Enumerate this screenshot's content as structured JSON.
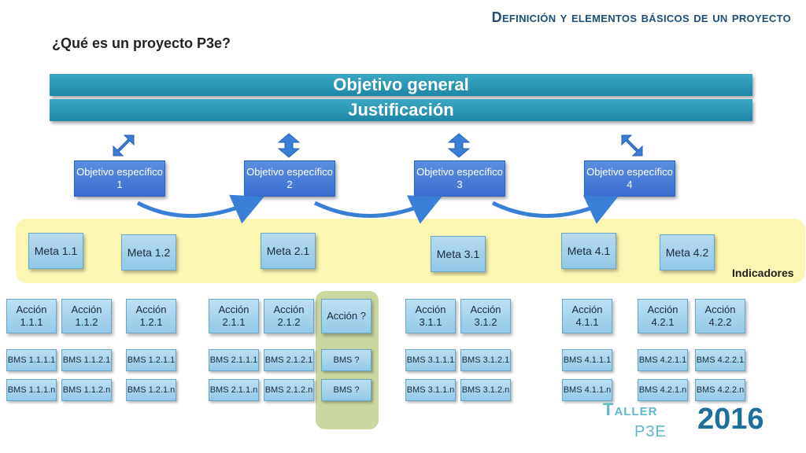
{
  "header": {
    "title": "Definición  y elementos básicos de un proyecto",
    "subtitle": "¿Qué es un proyecto P3e?"
  },
  "banners": {
    "general": "Objetivo general",
    "justification": "Justificación"
  },
  "objectives": [
    {
      "label": "Objetivo específico 1"
    },
    {
      "label": "Objetivo específico 2"
    },
    {
      "label": "Objetivo específico 3"
    },
    {
      "label": "Objetivo específico 4"
    }
  ],
  "metas": [
    {
      "label": "Meta 1.1"
    },
    {
      "label": "Meta 1.2"
    },
    {
      "label": "Meta 2.1"
    },
    {
      "label": "Meta 3.1"
    },
    {
      "label": "Meta 4.1"
    },
    {
      "label": "Meta 4.2"
    }
  ],
  "indicators_label": "Indicadores",
  "acciones": [
    {
      "label": "Acción 1.1.1",
      "bms": [
        "BMS 1.1.1.1",
        "BMS 1.1.1.n"
      ]
    },
    {
      "label": "Acción 1.1.2",
      "bms": [
        "BMS 1.1.2.1",
        "BMS 1.1.2.n"
      ]
    },
    {
      "label": "Acción 1.2.1",
      "bms": [
        "BMS 1.2.1.1",
        "BMS 1.2.1.n"
      ]
    },
    {
      "label": "Acción 2.1.1",
      "bms": [
        "BMS 2.1.1.1",
        "BMS 2.1.1.n"
      ]
    },
    {
      "label": "Acción 2.1.2",
      "bms": [
        "BMS 2.1.2.1",
        "BMS 2.1.2.n"
      ]
    },
    {
      "label": "Acción ?",
      "bms": [
        "BMS ?",
        "BMS ?"
      ]
    },
    {
      "label": "Acción 3.1.1",
      "bms": [
        "BMS 3.1.1.1",
        "BMS 3.1.1.n"
      ]
    },
    {
      "label": "Acción 3.1.2",
      "bms": [
        "BMS 3.1.2.1",
        "BMS 3.1.2.n"
      ]
    },
    {
      "label": "Acción 4.1.1",
      "bms": [
        "BMS 4.1.1.1",
        "BMS 4.1.1.n"
      ]
    },
    {
      "label": "Acción 4.2.1",
      "bms": [
        "BMS 4.2.1.1",
        "BMS 4.2.1.n"
      ]
    },
    {
      "label": "Acción 4.2.2",
      "bms": [
        "BMS 4.2.2.1",
        "BMS 4.2.2.n"
      ]
    }
  ],
  "branding": {
    "taller": "Taller",
    "p3e": "P3E",
    "year": "2016"
  },
  "colors": {
    "accent": "#1f87a8",
    "objective": "#3a6fd0",
    "meta_band": "#fbf7b3",
    "highlight_column": "#c9d7a1"
  }
}
